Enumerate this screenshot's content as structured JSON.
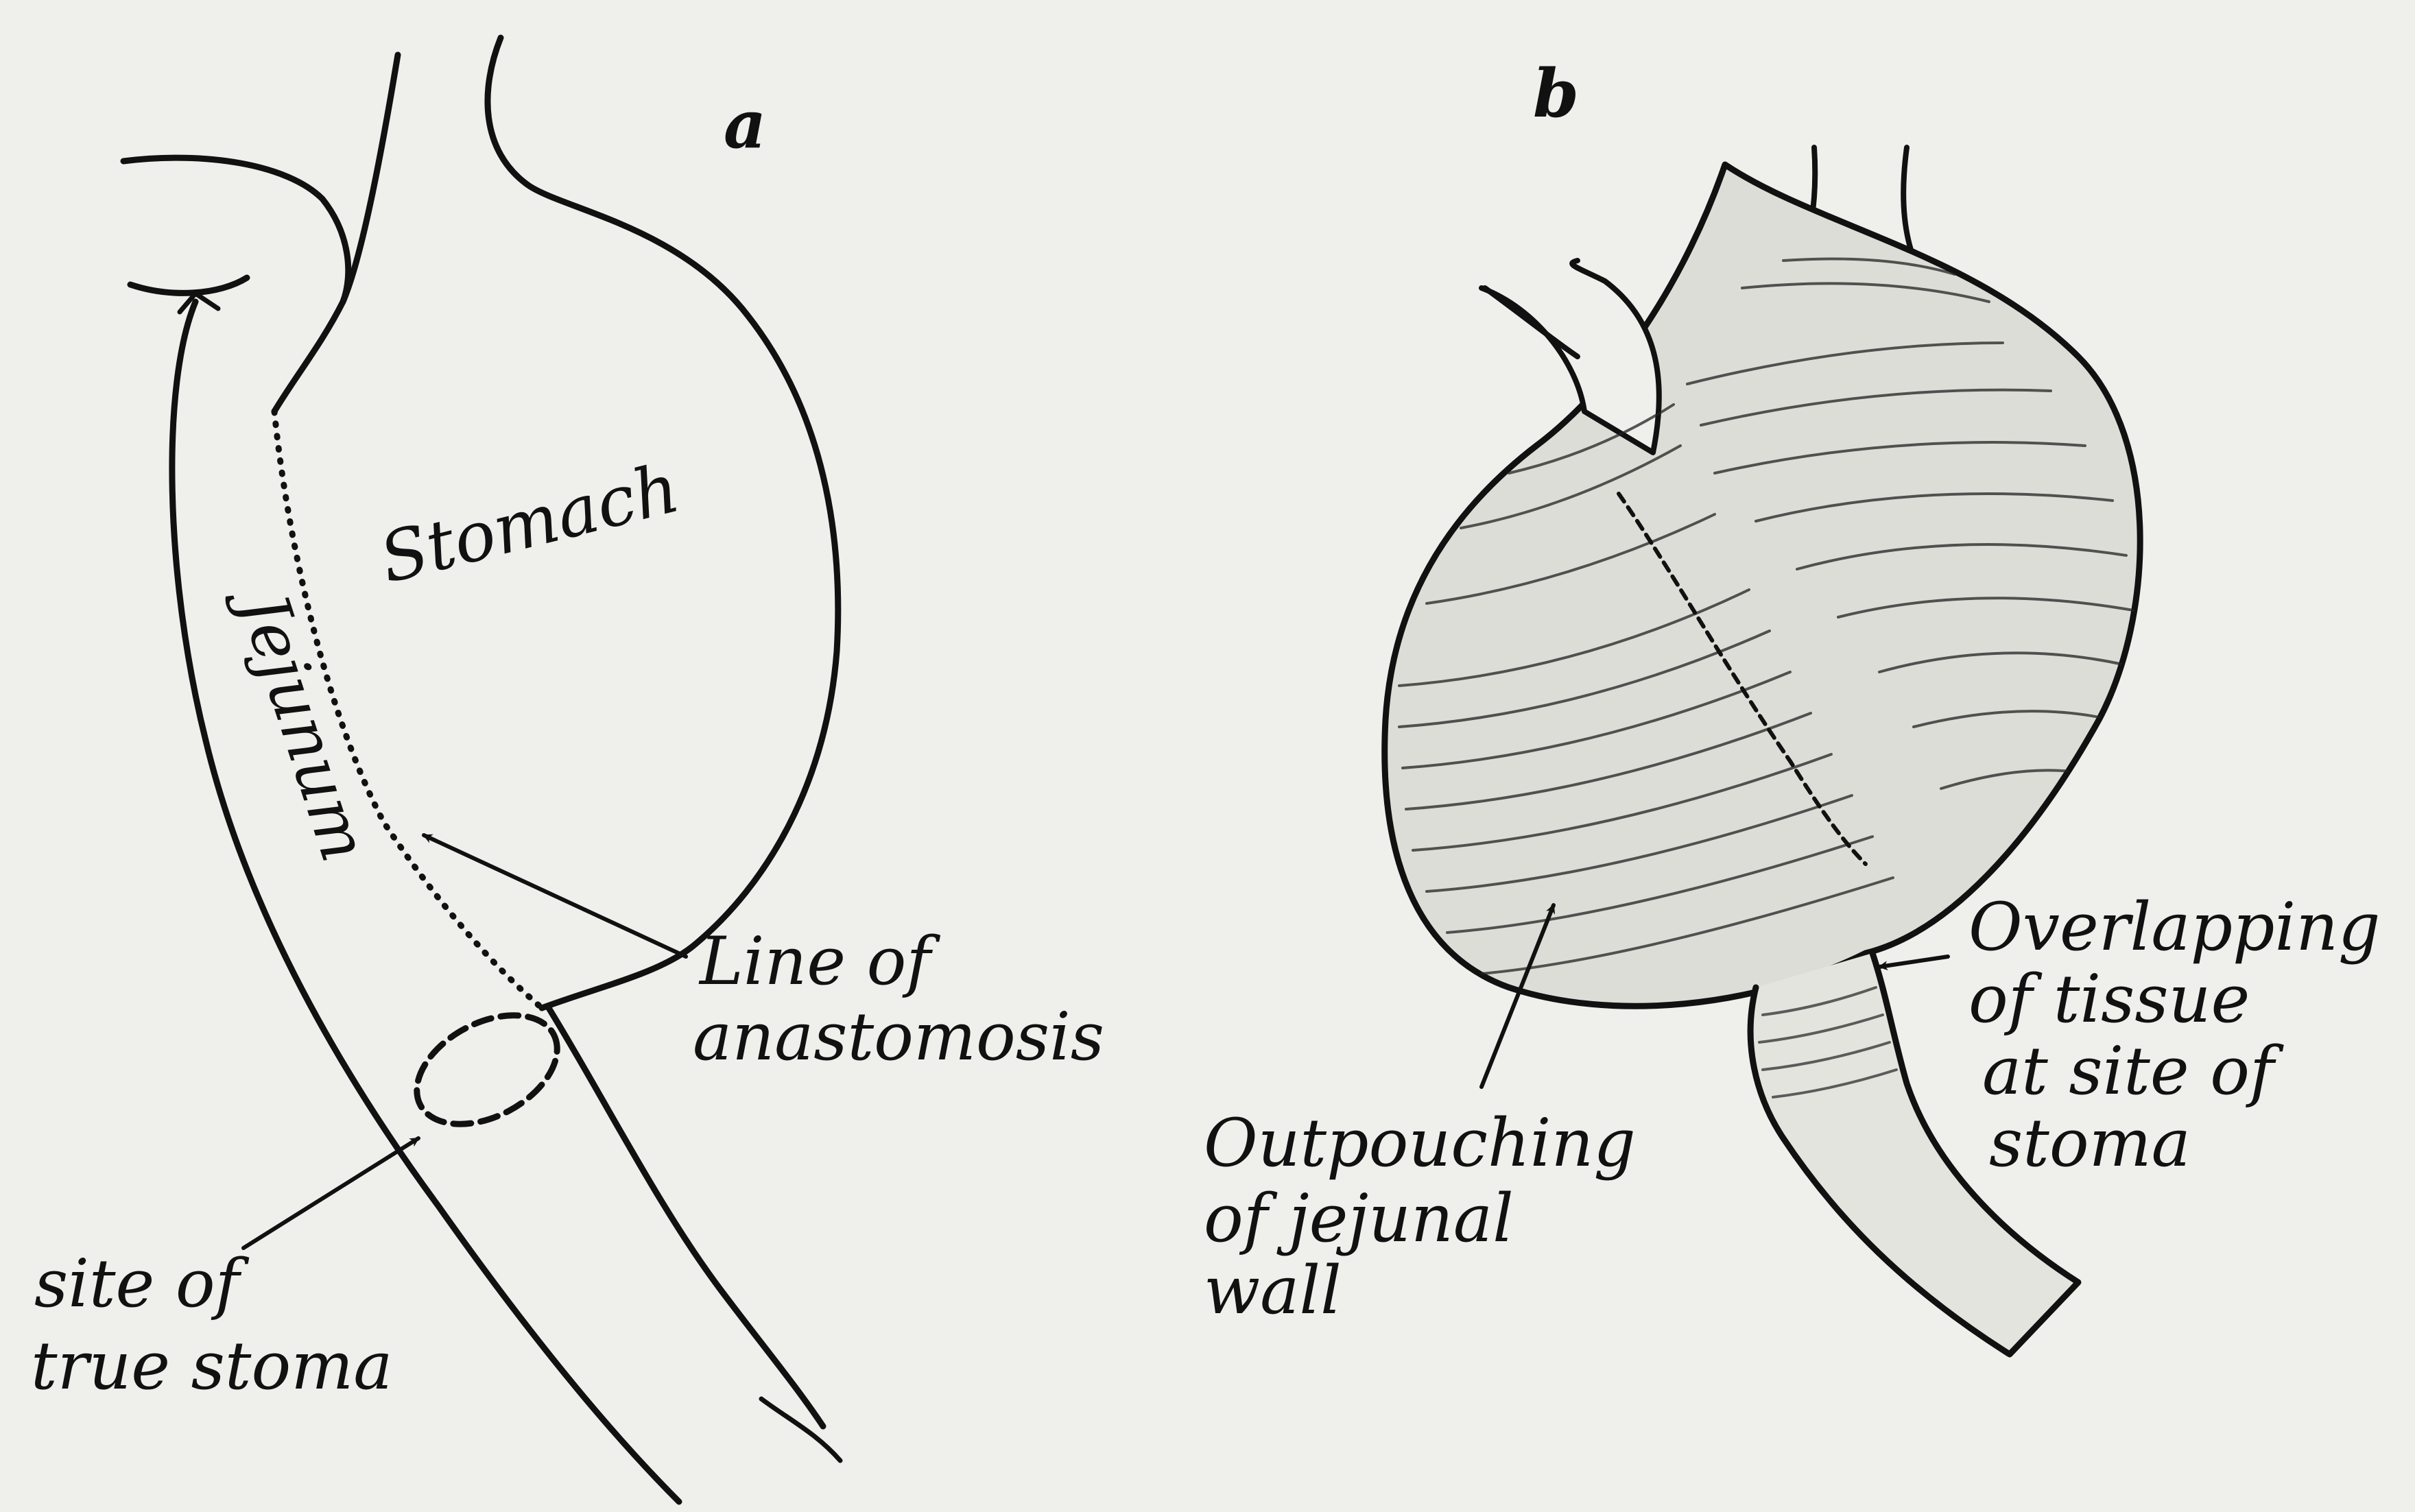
{
  "panels": {
    "a": {
      "letter": "a",
      "labels": {
        "stomach": "Stomach",
        "jejunum": "Jejunum",
        "anastomosis_line1": "Line of",
        "anastomosis_line2": "anastomosis",
        "stoma_line1": "site of",
        "stoma_line2": "true stoma"
      }
    },
    "b": {
      "letter": "b",
      "labels": {
        "outpouching_line1": "Outpouching",
        "outpouching_line2": "of jejunal",
        "outpouching_line3": "wall",
        "overlap_line1": "Overlapping",
        "overlap_line2": "of tissue",
        "overlap_line3": "at site of",
        "overlap_line4": "stoma"
      }
    }
  }
}
